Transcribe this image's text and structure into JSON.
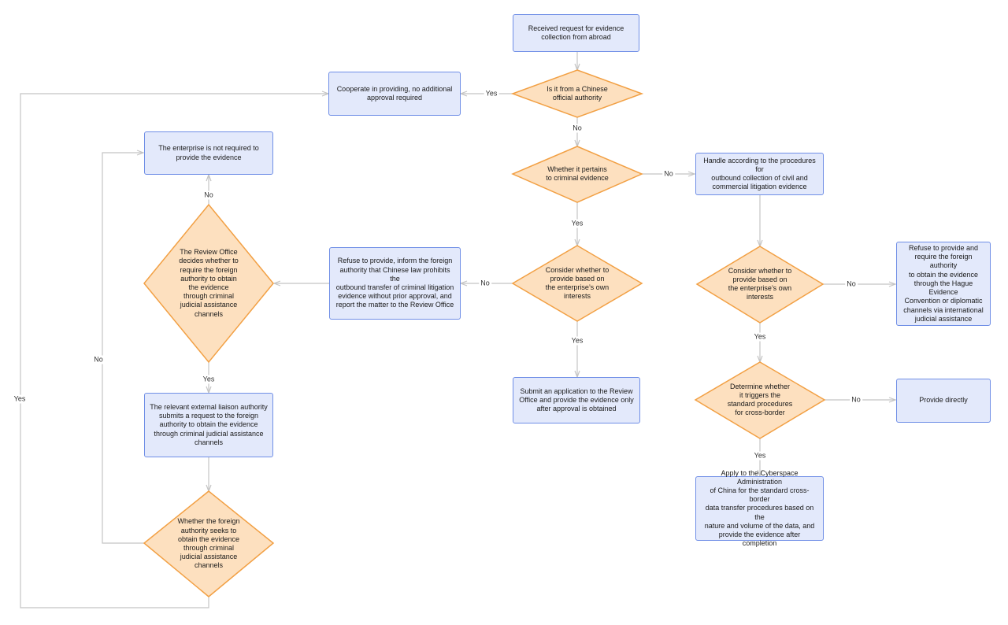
{
  "nodes": {
    "start": "Received request for evidence\ncollection from abroad",
    "q_chinese": "Is it from a Chinese\nofficial authority",
    "cooperate": "Cooperate in providing, no additional\napproval required",
    "q_criminal": "Whether it pertains\nto criminal evidence",
    "civil": "Handle according to the procedures for\noutbound collection of civil and\ncommercial litigation evidence",
    "q_interest_mid": "Consider whether to\nprovide based on\nthe enterprise’s own\ninterests",
    "refuse_mid": "Refuse to provide, inform the foreign\nauthority that Chinese law prohibits the\noutbound transfer of criminal litigation\nevidence without prior approval, and\nreport the matter to the Review Office",
    "submit": "Submit an application to the Review\nOffice and provide the evidence only\nafter approval is obtained",
    "q_review": "The Review Office\ndecides whether to\nrequire the foreign\nauthority to obtain\nthe evidence\nthrough criminal\njudicial assistance\nchannels",
    "not_required": "The enterprise is not required to\nprovide the evidence",
    "liaison": "The relevant external liaison authority\nsubmits a request to the foreign\nauthority to obtain the evidence\nthrough criminal judicial assistance\nchannels",
    "q_foreign": "Whether the foreign\nauthority seeks to\nobtain the evidence\nthrough criminal\njudicial assistance\nchannels",
    "q_interest_right": "Consider whether to\nprovide based on\nthe enterprise’s own\ninterests",
    "refuse_right": "Refuse to provide and\nrequire the foreign authority\nto obtain the evidence\nthrough the Hague Evidence\nConvention or diplomatic\nchannels via international\njudicial assistance",
    "q_trigger": "Determine whether\nit triggers the\nstandard procedures\nfor cross-border",
    "provide_directly": "Provide directly",
    "apply_cac": "Apply to the Cyberspace Administration\nof China for the standard cross-border\ndata transfer procedures based on the\nnature and volume of the data, and\nprovide the evidence after completion"
  },
  "labels": {
    "yes": "Yes",
    "no": "No"
  },
  "colors": {
    "box_fill": "#e3e9fb",
    "box_stroke": "#6f8ee6",
    "diamond_fill": "#fde0bf",
    "diamond_stroke": "#f2a044",
    "connector": "#c4c4c4"
  }
}
